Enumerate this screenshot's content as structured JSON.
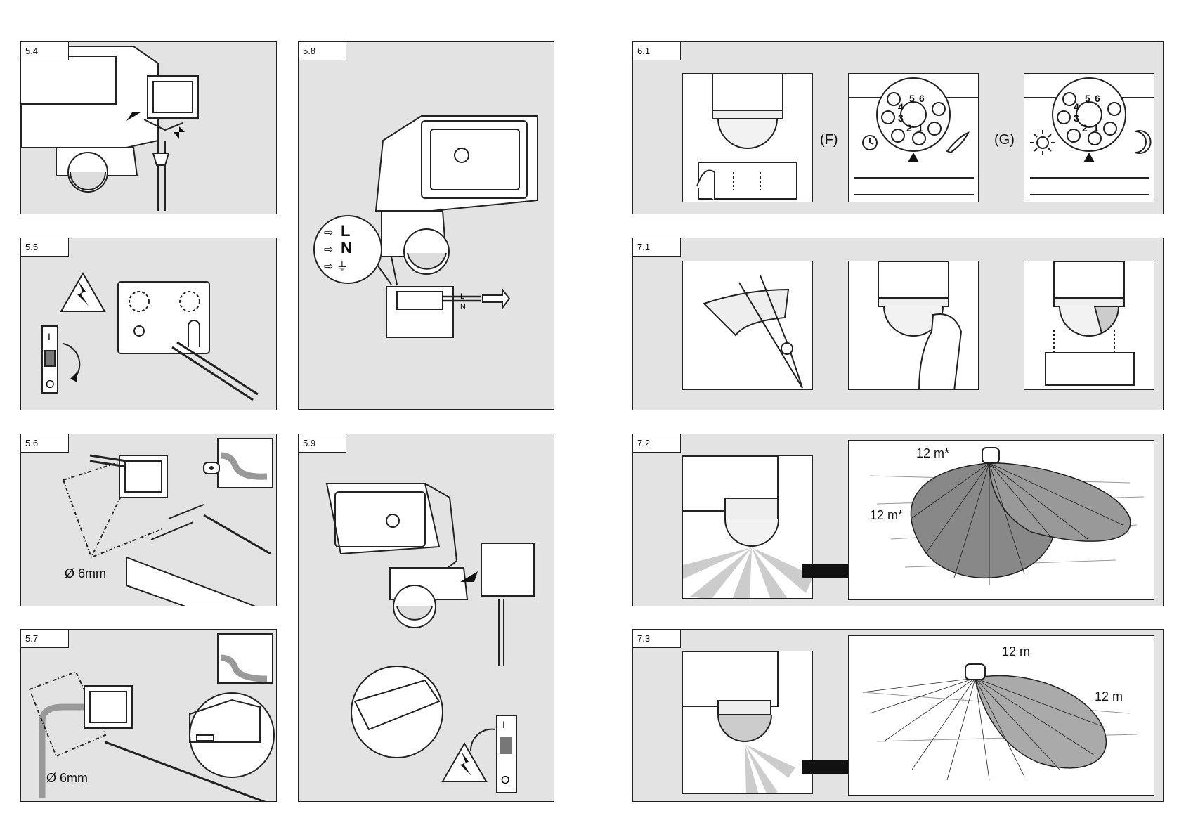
{
  "panels": {
    "p54": {
      "label": "5.4"
    },
    "p55": {
      "label": "5.5"
    },
    "p56": {
      "label": "5.6",
      "drill_label": "Ø 6mm"
    },
    "p57": {
      "label": "5.7",
      "drill_label": "Ø 6mm"
    },
    "p58": {
      "label": "5.8",
      "wires": [
        "L",
        "N"
      ],
      "terminal_labels": [
        "L",
        "N"
      ]
    },
    "p59": {
      "label": "5.9"
    },
    "p61": {
      "label": "6.1",
      "option_f": "(F)",
      "option_g": "(G)",
      "dial_numbers": [
        "6",
        "5",
        "4",
        "3",
        "2",
        "1"
      ]
    },
    "p71": {
      "label": "7.1"
    },
    "p72": {
      "label": "7.2",
      "range_a": "12 m*",
      "range_b": "12 m*"
    },
    "p73": {
      "label": "7.3",
      "range_a": "12 m",
      "range_b": "12 m"
    }
  },
  "colors": {
    "panel_bg": "#e3e3e3",
    "line": "#222222",
    "frame_bg": "#ffffff"
  }
}
